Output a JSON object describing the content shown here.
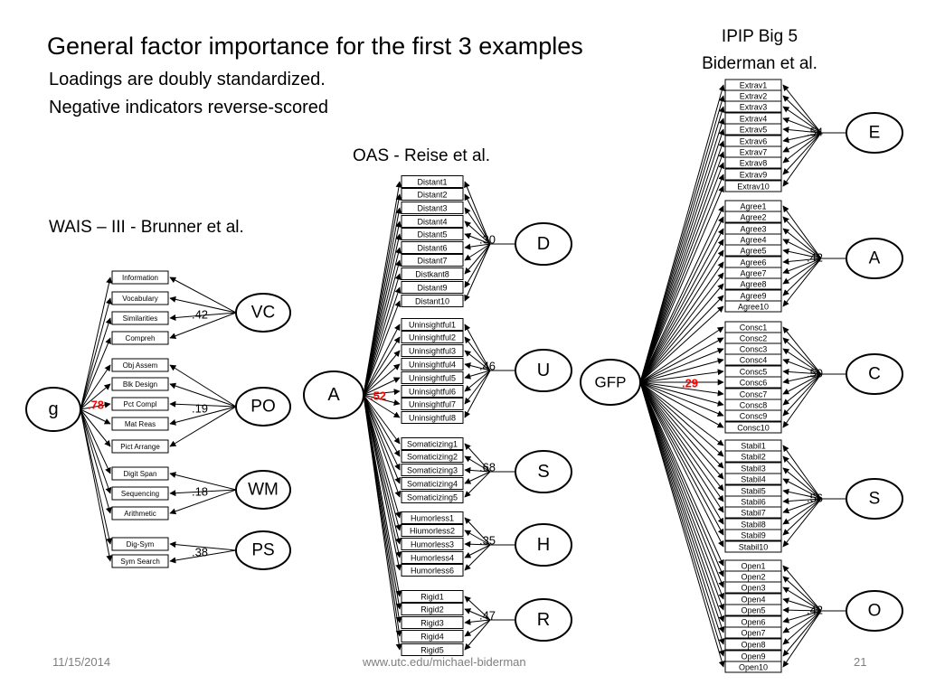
{
  "title": "General factor importance for the first 3 examples",
  "subtitle_1": "Loadings are doubly standardized.",
  "subtitle_2": "Negative indicators reverse-scored",
  "oas_title": "OAS - Reise et al.",
  "wais_title": "WAIS – III - Brunner et al.",
  "ipip_title_1": "IPIP Big 5",
  "ipip_title_2": "Biderman et al.",
  "footer": {
    "date": "11/15/2014",
    "url": "www.utc.edu/michael-biderman",
    "page": "21"
  },
  "colors": {
    "general_loading": "#ff0000",
    "lines": "#000000",
    "text": "#000000",
    "footer": "#7f7f7f"
  },
  "models": [
    {
      "id": "wais",
      "general": {
        "label": "g",
        "loading": ".78"
      },
      "groups": [
        {
          "factor": "VC",
          "loading": ".42",
          "items": [
            "Information",
            "Vocabulary",
            "Similarities",
            "Compreh"
          ]
        },
        {
          "factor": "PO",
          "loading": ".19",
          "items": [
            "Obj Assem",
            "Blk Design",
            "Pct Compl",
            "Mat Reas",
            "Pict Arrange"
          ]
        },
        {
          "factor": "WM",
          "loading": ".18",
          "items": [
            "Digit Span",
            "Sequencing",
            "Arithmetic"
          ]
        },
        {
          "factor": "PS",
          "loading": ".38",
          "items": [
            "Dig-Sym",
            "Sym Search"
          ]
        }
      ]
    },
    {
      "id": "oas",
      "general": {
        "label": "A",
        "loading": ".52"
      },
      "groups": [
        {
          "factor": "D",
          "loading": ".30",
          "items": [
            "Distant1",
            "Distant2",
            "Distant3",
            "Distant4",
            "Distant5",
            "Distant6",
            "Distant7",
            "Distkant8",
            "Distant9",
            "Distant10"
          ]
        },
        {
          "factor": "U",
          "loading": ".46",
          "items": [
            "Uninsightful1",
            "Uninsightful2",
            "Uninsightful3",
            "Uninsightful4",
            "Uninsightful5",
            "Uninsightful6",
            "Uninsightful7",
            "Uninsightful8"
          ]
        },
        {
          "factor": "S",
          "loading": ".68",
          "items": [
            "Somaticizing1",
            "Somaticizing2",
            "Somaticizing3",
            "Somaticizing4",
            "Somaticizing5"
          ]
        },
        {
          "factor": "H",
          "loading": ".35",
          "items": [
            "Humorless1",
            "Hiumorless2",
            "Humorless3",
            "Humorless4",
            "Humorless6"
          ]
        },
        {
          "factor": "R",
          "loading": ".47",
          "items": [
            "Rigid1",
            "Rigid2",
            "Rigid3",
            "Rigid4",
            "Rigid5"
          ]
        }
      ]
    },
    {
      "id": "ipip",
      "general": {
        "label": "GFP",
        "loading": ".29"
      },
      "groups": [
        {
          "factor": "E",
          "loading": ".54",
          "items": [
            "Extrav1",
            "Extrav2",
            "Extrav3",
            "Extrav4",
            "Extrav5",
            "Extrav6",
            "Extrav7",
            "Extrav8",
            "Extrav9",
            "Extrav10"
          ]
        },
        {
          "factor": "A",
          "loading": ".42",
          "items": [
            "Agree1",
            "Agree2",
            "Agree3",
            "Agree4",
            "Agree5",
            "Agree6",
            "Agree7",
            "Agree8",
            "Agree9",
            "Agree10"
          ]
        },
        {
          "factor": "C",
          "loading": ".50",
          "items": [
            "Consc1",
            "Consc2",
            "Consc3",
            "Consc4",
            "Consc5",
            "Consc6",
            "Consc7",
            "Consc8",
            "Consc9",
            "Consc10"
          ]
        },
        {
          "factor": "S",
          "loading": ".56",
          "items": [
            "Stabil1",
            "Stabil2",
            "Stabil3",
            "Stabil4",
            "Stabil5",
            "Stabil6",
            "Stabil7",
            "Stabil8",
            "Stabil9",
            "Stabil10"
          ]
        },
        {
          "factor": "O",
          "loading": ".42",
          "items": [
            "Open1",
            "Open2",
            "Open3",
            "Open4",
            "Open5",
            "Open6",
            "Open7",
            "Open8",
            "Open9",
            "Open10"
          ]
        }
      ]
    }
  ]
}
